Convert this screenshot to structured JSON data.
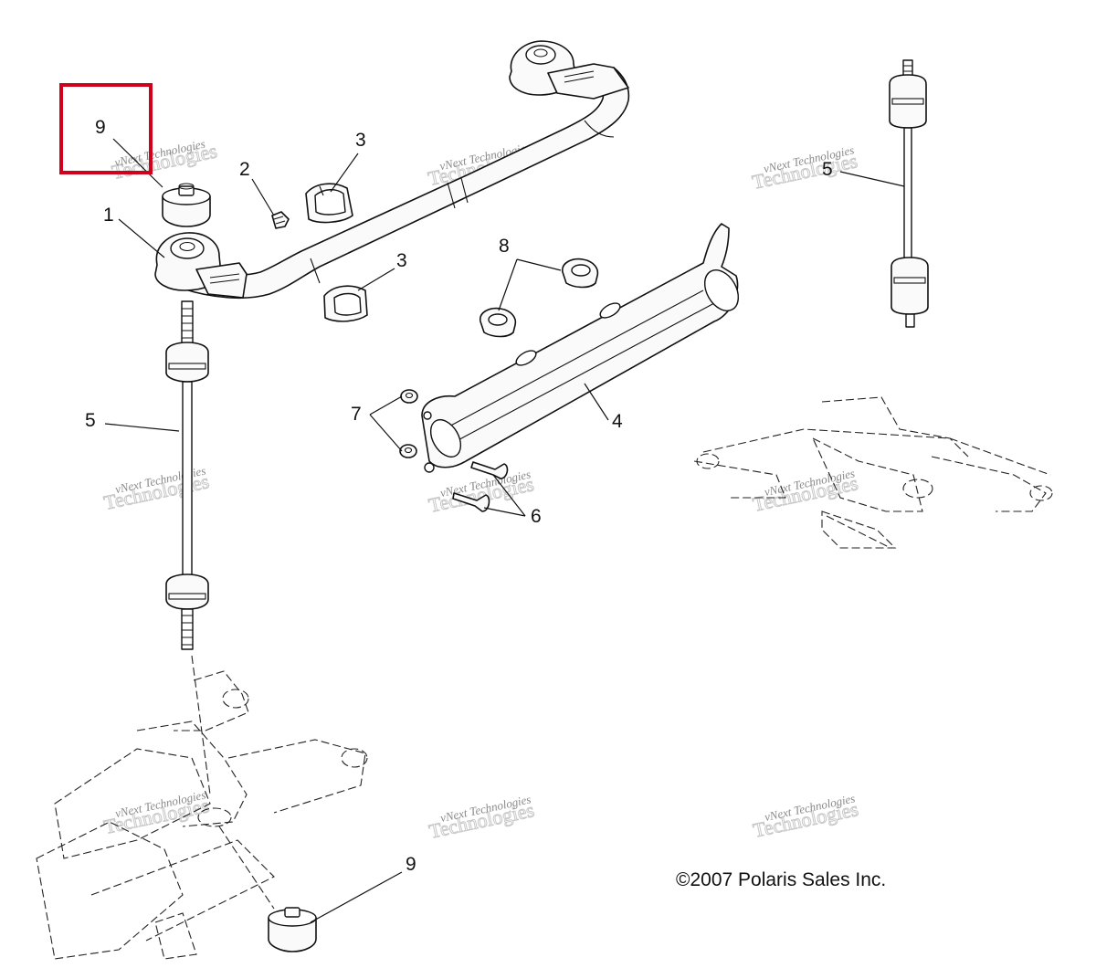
{
  "diagram": {
    "copyright": "©2007 Polaris Sales Inc.",
    "highlight_color": "#d0021b",
    "watermark": {
      "line1": "vNext Technologies",
      "line2": "Technologies"
    },
    "callouts": {
      "c9_top": "9",
      "c1": "1",
      "c2": "2",
      "c3_top": "3",
      "c3_bottom": "3",
      "c5_left": "5",
      "c5_right": "5",
      "c8": "8",
      "c7": "7",
      "c4": "4",
      "c6": "6",
      "c9_bottom": "9"
    }
  }
}
